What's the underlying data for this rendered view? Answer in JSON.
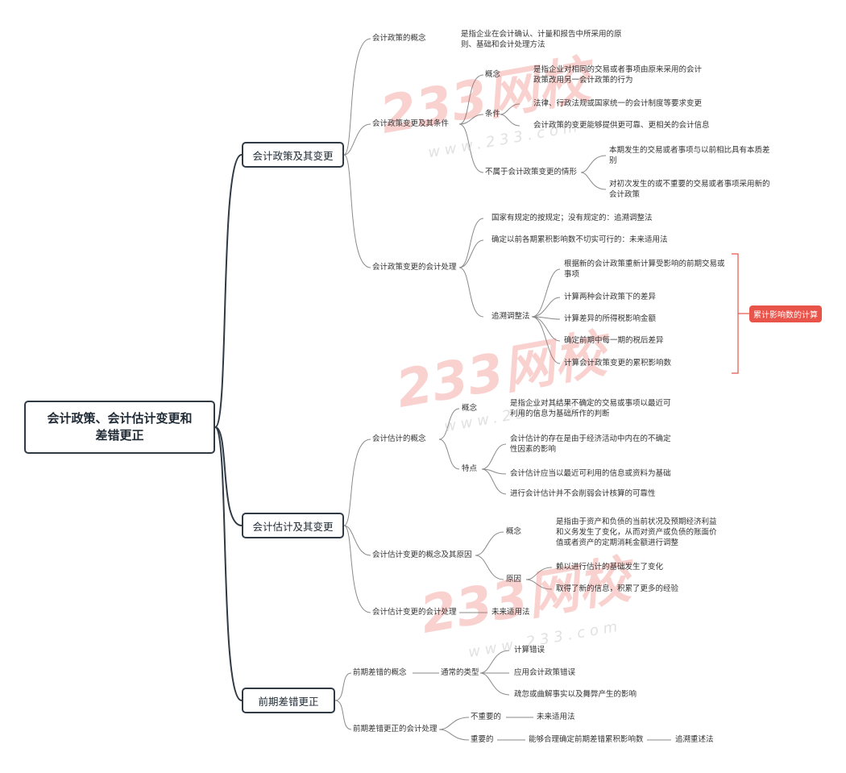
{
  "root": "会计政策、会计估计变更和差错更正",
  "policy": {
    "title": "会计政策及其变更",
    "concept": "会计政策的概念",
    "concept_def": "是指企业在会计确认、计量和报告中所采用的原则、基础和会计处理方法",
    "change_conditions": "会计政策变更及其条件",
    "change_concept": "概念",
    "change_concept_def": "是指企业对相同的交易或者事项由原来采用的会计政策改用另一会计政策的行为",
    "conditions": "条件",
    "condition_items": [
      "法律、行政法规或国家统一的会计制度等要求变更",
      "会计政策的变更能够提供更可靠、更相关的会计信息"
    ],
    "not_change": "不属于会计政策变更的情形",
    "not_change_items": [
      "本期发生的交易或者事项与以前相比具有本质差别",
      "对初次发生的或不重要的交易或者事项采用新的会计政策"
    ],
    "treatment": "会计政策变更的会计处理",
    "treatment_items": [
      "国家有规定的按规定；没有规定的：追溯调整法",
      "确定以前各期累积影响数不切实可行的：未来适用法"
    ],
    "retro": "追溯调整法",
    "retro_items": [
      "根据新的会计政策重新计算受影响的前期交易或事项",
      "计算两种会计政策下的差异",
      "计算差异的所得税影响金额",
      "确定前期中每一期的税后差异",
      "计算会计政策变更的累积影响数"
    ],
    "cumulative_tag": "累计影响数的计算"
  },
  "estimate": {
    "title": "会计估计及其变更",
    "concept": "会计估计的概念",
    "concept_label": "概念",
    "concept_def": "是指企业对其结果不确定的交易或事项以最近可利用的信息为基础所作的判断",
    "features": "特点",
    "feature_items": [
      "会计估计的存在是由于经济活动中内在的不确定性因素的影响",
      "会计估计应当以最近可利用的信息或资料为基础",
      "进行会计估计并不会削弱会计核算的可靠性"
    ],
    "change_reason": "会计估计变更的概念及其原因",
    "change_concept": "概念",
    "change_concept_def": "是指由于资产和负债的当前状况及预期经济利益和义务发生了变化，从而对资产或负债的账面价值或者资产的定期消耗金额进行调整",
    "reason": "原因",
    "reason_items": [
      "赖以进行估计的基础发生了变化",
      "取得了新的信息，积累了更多的经验"
    ],
    "treatment": "会计估计变更的会计处理",
    "treatment_value": "未来适用法"
  },
  "error": {
    "title": "前期差错更正",
    "concept": "前期差错的概念",
    "types": "通常的类型",
    "type_items": [
      "计算错误",
      "应用会计政策错误",
      "疏忽或曲解事实以及舞弊产生的影响"
    ],
    "treatment": "前期差错更正的会计处理",
    "minor": "不重要的",
    "minor_value": "未来适用法",
    "major": "重要的",
    "major_cond": "能够合理确定前期差错累积影响数",
    "major_value": "追溯重述法"
  },
  "watermark": {
    "logo": "233网校",
    "url": "www.233.com"
  },
  "colors": {
    "branch": "#2f3a45",
    "line": "#8a8a8a",
    "accent": "#e8534a"
  }
}
